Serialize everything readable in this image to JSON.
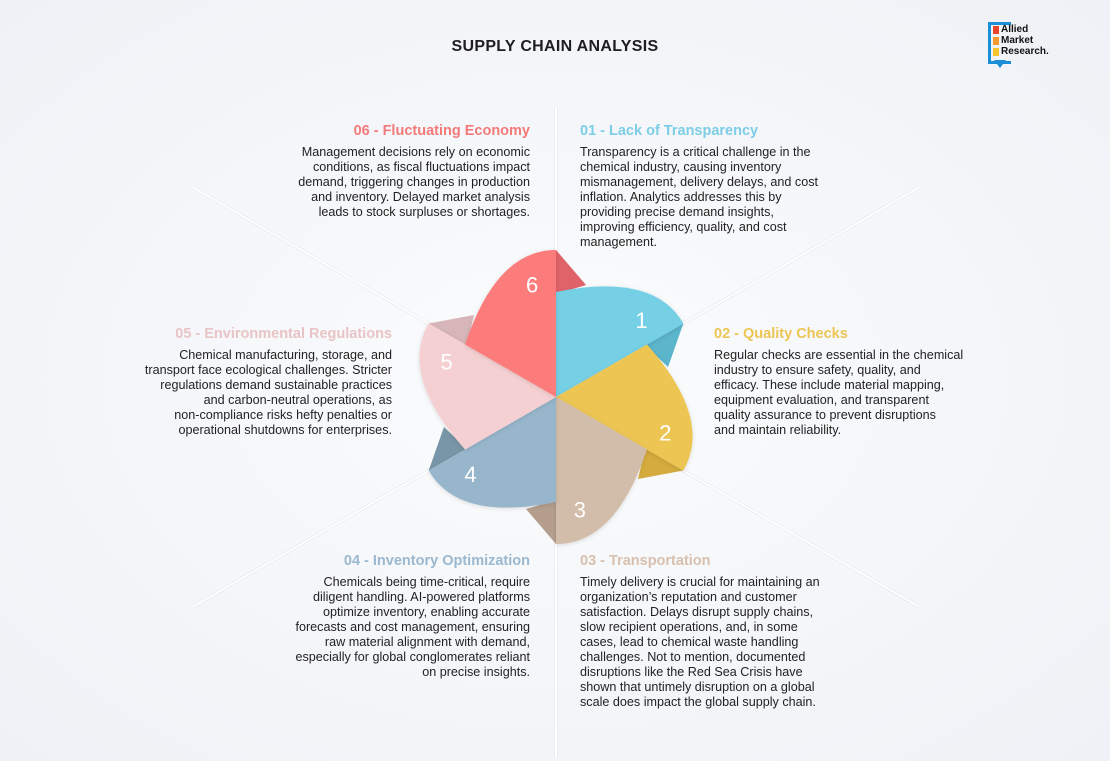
{
  "title": "SUPPLY CHAIN ANALYSIS",
  "logo": {
    "lines": [
      "Allied",
      "Market",
      "Research."
    ],
    "colors": [
      "#e8452c",
      "#f39a2c",
      "#f5c52c"
    ],
    "frame_color": "#1a8fd8"
  },
  "segments": [
    {
      "number": "1",
      "title": "01 - Lack of Transparency",
      "color": "#74d0e6",
      "dark": "#5bb5cb",
      "title_color": "#7dcde6",
      "lines": [
        "Transparency is a critical challenge in the",
        "chemical industry, causing inventory",
        "mismanagement, delivery delays, and cost",
        "inflation. Analytics addresses this by",
        "providing precise demand insights,",
        "improving efficiency, quality, and cost",
        "management."
      ]
    },
    {
      "number": "2",
      "title": "02 - Quality Checks",
      "color": "#ecc553",
      "dark": "#d4ab3c",
      "title_color": "#ecc553",
      "lines": [
        "Regular checks are essential in the chemical",
        "industry to ensure safety, quality, and",
        "efficacy. These include material mapping,",
        "equipment evaluation, and transparent",
        "quality assurance to prevent disruptions",
        "and maintain reliability."
      ]
    },
    {
      "number": "3",
      "title": "03 - Transportation",
      "color": "#d2bcaa",
      "dark": "#b59e8d",
      "title_color": "#d8bfae",
      "lines": [
        "Timely delivery is crucial for maintaining an",
        "organization’s reputation and customer",
        "satisfaction. Delays disrupt supply chains,",
        "slow recipient operations, and, in some",
        "cases, lead to chemical waste handling",
        "challenges. Not to mention, documented",
        "disruptions like the Red Sea Crisis have",
        "shown that untimely disruption on a global",
        "scale does impact the global supply chain."
      ]
    },
    {
      "number": "4",
      "title": "04 - Inventory Optimization",
      "color": "#97b6cb",
      "dark": "#7896a7",
      "title_color": "#9ab8cf",
      "lines": [
        "Chemicals being time-critical, require",
        "diligent handling. AI-powered platforms",
        "optimize inventory, enabling accurate",
        "forecasts and cost management, ensuring",
        "raw material alignment with demand,",
        "especially for global conglomerates reliant",
        "on precise insights."
      ]
    },
    {
      "number": "5",
      "title": "05 - Environmental Regulations",
      "color": "#f5d0d2",
      "dark": "#d6b6b8",
      "title_color": "#e9c4c6",
      "lines": [
        "Chemical manufacturing, storage, and",
        "transport face ecological challenges. Stricter",
        "regulations demand sustainable practices",
        "and carbon-neutral operations, as",
        "non-compliance risks hefty penalties or",
        "operational shutdowns for enterprises."
      ]
    },
    {
      "number": "6",
      "title": "06 - Fluctuating Economy",
      "color": "#fc7b7b",
      "dark": "#e0636a",
      "title_color": "#f47a7a",
      "lines": [
        "Management decisions rely on economic",
        "conditions, as fiscal fluctuations impact",
        "demand, triggering changes in production",
        "and inventory. Delayed market analysis",
        "leads to stock surpluses or shortages."
      ]
    }
  ]
}
